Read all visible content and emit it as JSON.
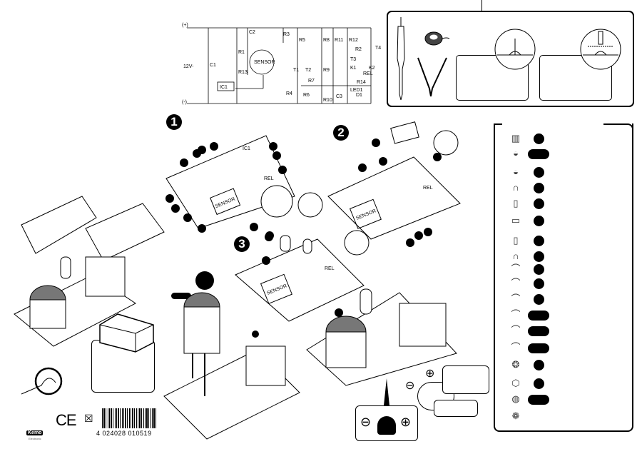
{
  "schematic": {
    "supply_plus": "(+)",
    "supply_minus": "(-)",
    "voltage": "12V-",
    "components": [
      "C1",
      "C2",
      "R1",
      "R13",
      "IC1",
      "R3",
      "SENSOR",
      "T1",
      "T2",
      "R4",
      "R5",
      "R6",
      "R7",
      "R8",
      "R9",
      "R10",
      "C3",
      "R11",
      "R12",
      "R2",
      "T3",
      "T4",
      "K1",
      "K2",
      "REL",
      "R14",
      "LED1",
      "D1"
    ]
  },
  "steps": [
    {
      "number": "1"
    },
    {
      "number": "2"
    },
    {
      "number": "3"
    }
  ],
  "board_labels": {
    "sensor": "SENSOR",
    "ic": "IC1",
    "relay": "REL"
  },
  "adjust_callout": {
    "minus": "⊖",
    "plus": "⊕"
  },
  "power_callout": {
    "minus": "⊖",
    "plus": "⊕"
  },
  "parts_list": [
    {
      "icon": "voltage-regulator-icon",
      "glyph": "▥",
      "marker": "dot"
    },
    {
      "icon": "transistor-icon",
      "glyph": "◒",
      "marker": "pill"
    },
    {
      "icon": "transistor-icon",
      "glyph": "◒",
      "marker": "dot"
    },
    {
      "icon": "diode-icon",
      "glyph": "∩",
      "marker": "dot"
    },
    {
      "icon": "led-icon",
      "glyph": "▯",
      "marker": "dot"
    },
    {
      "icon": "electrolytic-capacitor-large-icon",
      "glyph": "▭",
      "marker": "dot"
    },
    {
      "icon": "electrolytic-capacitor-small-icon",
      "glyph": "▯",
      "marker": "dot"
    },
    {
      "icon": "ceramic-capacitor-icon",
      "glyph": "∩",
      "marker": "dot"
    },
    {
      "icon": "resistor-icon",
      "glyph": "⌒",
      "marker": "dot"
    },
    {
      "icon": "resistor-icon",
      "glyph": "⌒",
      "marker": "dot"
    },
    {
      "icon": "resistor-icon",
      "glyph": "⌒",
      "marker": "dot"
    },
    {
      "icon": "resistor-icon",
      "glyph": "⌒",
      "marker": "pill"
    },
    {
      "icon": "resistor-icon",
      "glyph": "⌒",
      "marker": "pill"
    },
    {
      "icon": "resistor-icon",
      "glyph": "⌒",
      "marker": "pill"
    },
    {
      "icon": "trimmer-potentiometer-icon",
      "glyph": "❂",
      "marker": "dot"
    },
    {
      "icon": "relay-icon",
      "glyph": "⬡",
      "marker": "dot"
    },
    {
      "icon": "gas-sensor-icon",
      "glyph": "◍",
      "marker": "pill"
    },
    {
      "icon": "sensor-socket-icon",
      "glyph": "❁",
      "marker": "none"
    }
  ],
  "footer": {
    "brand": "Kemo",
    "brand_sub": "Electronic",
    "ce_mark": "CE",
    "weee_symbol": "☒",
    "barcode_number": "4 024028  010519"
  }
}
